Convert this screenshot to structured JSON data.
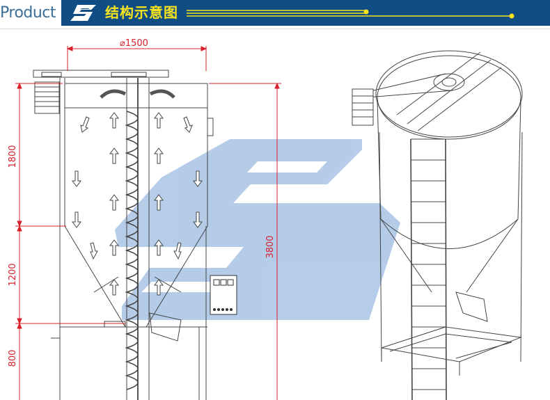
{
  "header": {
    "product_word": "Product",
    "title": "结构示意图",
    "logo_icon": "company-s-logo-icon"
  },
  "drawing": {
    "diameter_label": "⌀1500",
    "height_upper": "1800",
    "height_middle": "1200",
    "height_lower": "800",
    "height_total": "3800"
  },
  "colors": {
    "header_band": "#0f4d84",
    "title_yellow": "#f7e41d",
    "dimension_red": "#d8202a",
    "watermark_blue": "#a9c4e6"
  }
}
